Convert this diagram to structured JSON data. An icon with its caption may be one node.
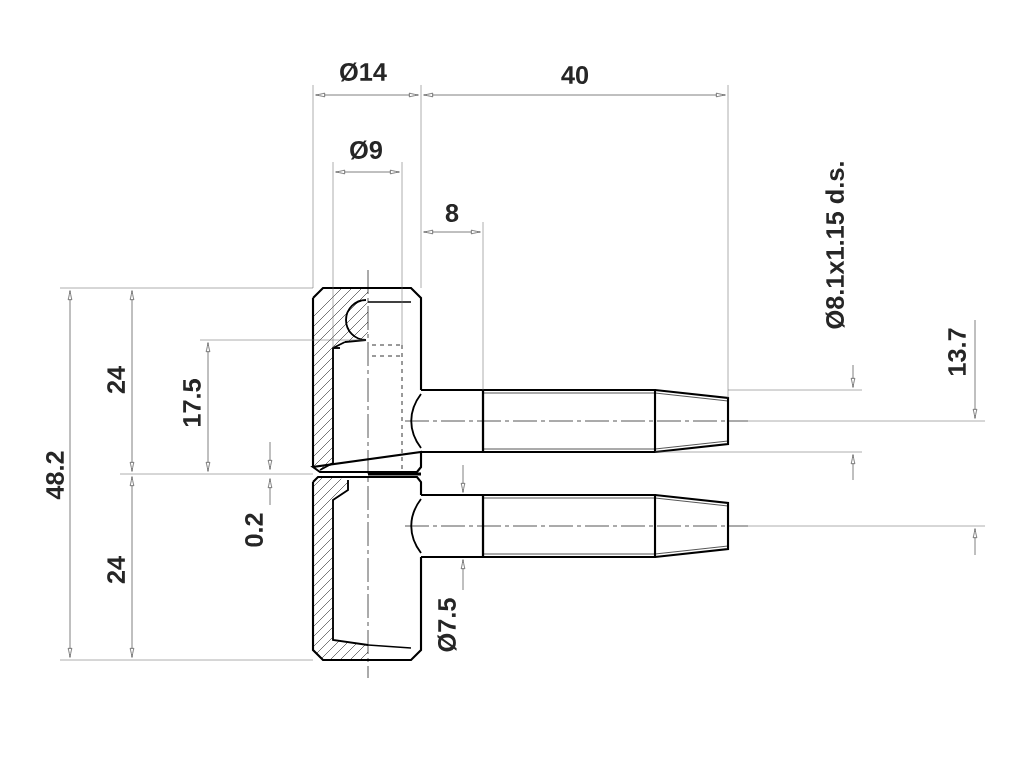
{
  "diagram": {
    "labels": [
      "Ø14",
      "40",
      "Ø9",
      "8",
      "Ø8.1x1.15 d.s.",
      "13.7",
      "24",
      "17.5",
      "48.2",
      "0.2",
      "24",
      "Ø7.5"
    ]
  }
}
